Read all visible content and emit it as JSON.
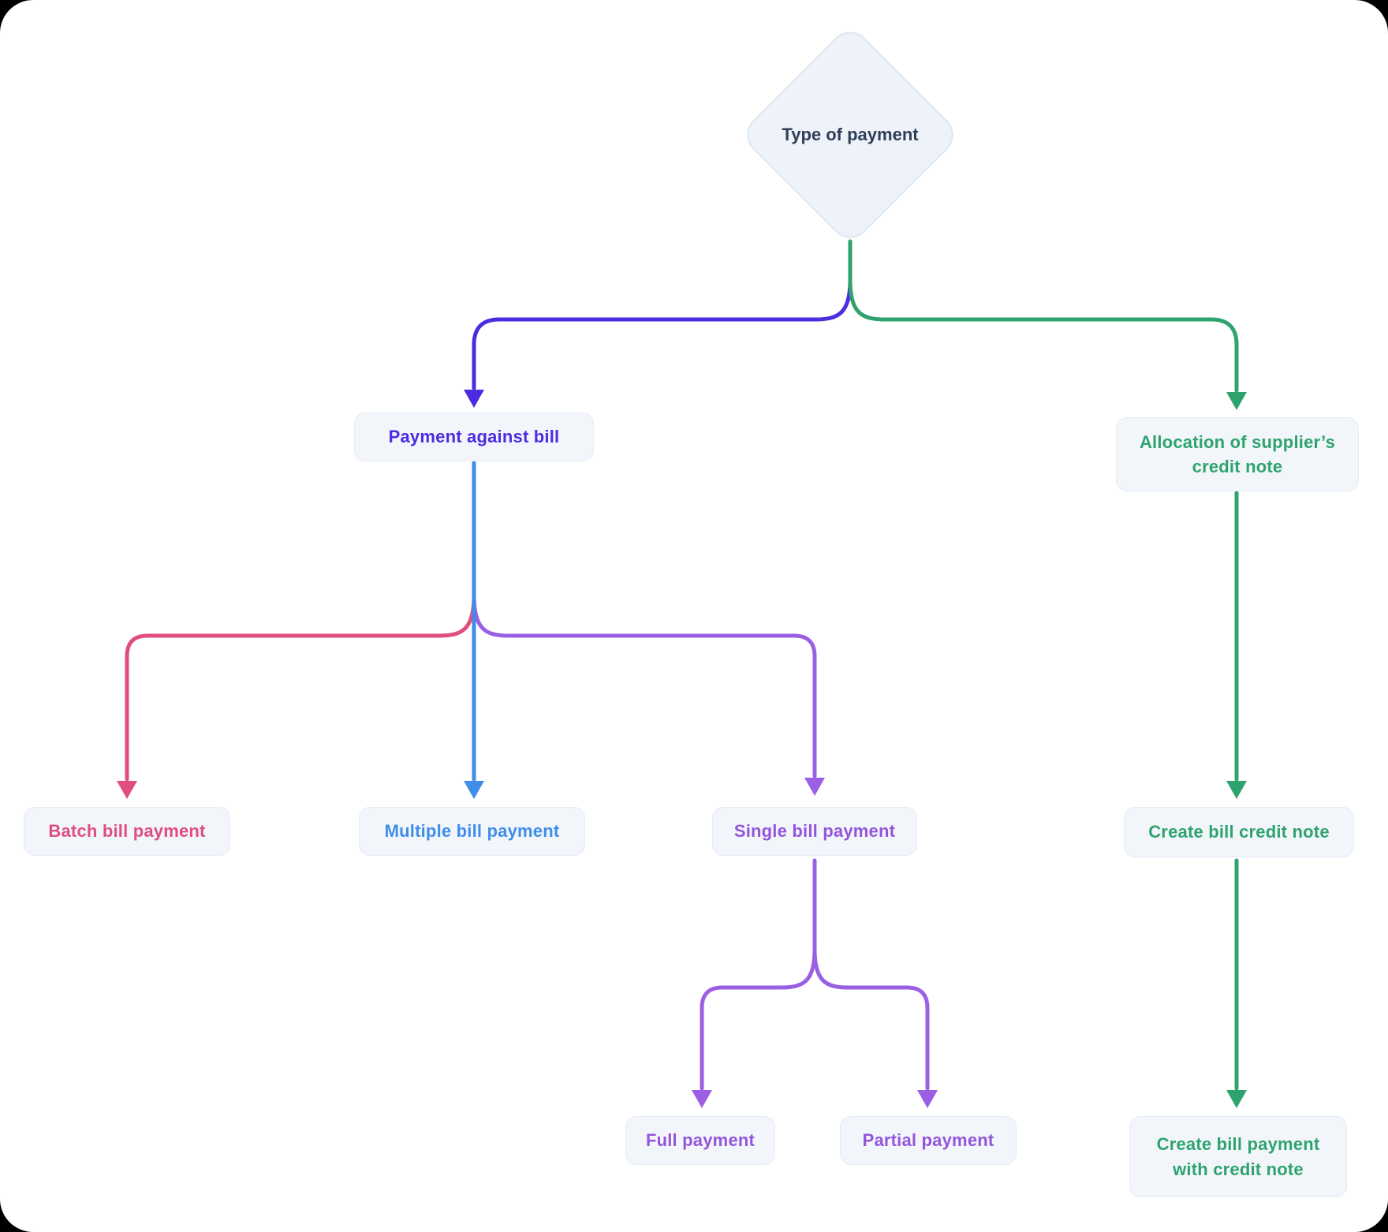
{
  "diagram": {
    "title_node": {
      "label": "Type of payment"
    },
    "nodes": {
      "payment_against_bill": {
        "label": "Payment against bill",
        "color": "#4c2be0"
      },
      "allocation_suppliers_credit_note": {
        "label": "Allocation of supplier’s credit note",
        "color": "#2fa36e"
      },
      "batch_bill_payment": {
        "label": "Batch bill payment",
        "color": "#e04e7d"
      },
      "multiple_bill_payment": {
        "label": "Multiple bill payment",
        "color": "#3f8de9"
      },
      "single_bill_payment": {
        "label": "Single bill payment",
        "color": "#9455db"
      },
      "create_bill_credit_note": {
        "label": "Create bill credit note",
        "color": "#2fa36e"
      },
      "full_payment": {
        "label": "Full payment",
        "color": "#9455db"
      },
      "partial_payment": {
        "label": "Partial payment",
        "color": "#9455db"
      },
      "create_bill_payment_with_credit_note": {
        "label": "Create bill payment with credit note",
        "color": "#2fa36e"
      }
    },
    "edges": [
      {
        "from": "type_of_payment",
        "to": "payment_against_bill",
        "color": "#4c2be0"
      },
      {
        "from": "type_of_payment",
        "to": "allocation_suppliers_credit_note",
        "color": "#2fa36e"
      },
      {
        "from": "payment_against_bill",
        "to": "batch_bill_payment",
        "color": "#e04e7d"
      },
      {
        "from": "payment_against_bill",
        "to": "multiple_bill_payment",
        "color": "#3f8de9"
      },
      {
        "from": "payment_against_bill",
        "to": "single_bill_payment",
        "color": "#9b5fe4"
      },
      {
        "from": "single_bill_payment",
        "to": "full_payment",
        "color": "#9b5fe4"
      },
      {
        "from": "single_bill_payment",
        "to": "partial_payment",
        "color": "#9b5fe4"
      },
      {
        "from": "allocation_suppliers_credit_note",
        "to": "create_bill_credit_note",
        "color": "#2fa36e"
      },
      {
        "from": "create_bill_credit_note",
        "to": "create_bill_payment_with_credit_note",
        "color": "#2fa36e"
      }
    ],
    "colors": {
      "node_background": "#f2f6fb",
      "node_border": "#e3ebf6",
      "diamond_background": "#eef3f9",
      "diamond_text": "#2f3e56",
      "green": "#2fa36e",
      "indigo": "#4c2be0",
      "blue": "#3f8de9",
      "pink": "#e04e7d",
      "purple": "#9b5fe4"
    }
  }
}
